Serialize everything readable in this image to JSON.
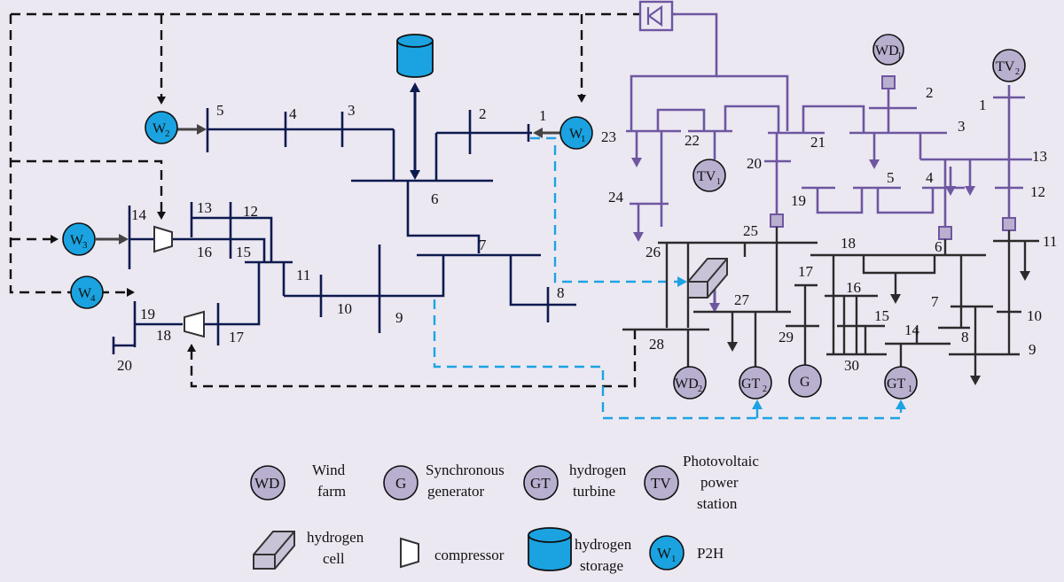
{
  "gas_network": {
    "nodes": [
      "1",
      "2",
      "3",
      "4",
      "5",
      "6",
      "7",
      "8",
      "9",
      "10",
      "11",
      "12",
      "13",
      "14",
      "15",
      "16",
      "17",
      "18",
      "19",
      "20"
    ],
    "p2h_units": [
      "W1",
      "W2",
      "W3",
      "W4"
    ]
  },
  "power_network": {
    "nodes": [
      "1",
      "2",
      "3",
      "4",
      "5",
      "6",
      "7",
      "8",
      "9",
      "10",
      "11",
      "12",
      "13",
      "14",
      "15",
      "16",
      "17",
      "18",
      "19",
      "20",
      "21",
      "22",
      "23",
      "24",
      "25",
      "26",
      "27",
      "28",
      "29",
      "30"
    ]
  },
  "units": {
    "wd1": {
      "base": "WD",
      "sub": "1"
    },
    "wd2": {
      "base": "WD",
      "sub": "2"
    },
    "tv1": {
      "base": "TV",
      "sub": "1"
    },
    "tv2": {
      "base": "TV",
      "sub": "2"
    },
    "gt1": {
      "base": "GT",
      "sub": "1"
    },
    "gt2": {
      "base": "GT",
      "sub": "2"
    },
    "g": "G",
    "w1": {
      "base": "W",
      "sub": "1"
    },
    "w2": {
      "base": "W",
      "sub": "2"
    },
    "w3": {
      "base": "W",
      "sub": "3"
    },
    "w4": {
      "base": "W",
      "sub": "4"
    }
  },
  "legend": {
    "wd": {
      "symbol": "WD",
      "line1": "Wind",
      "line2": "farm"
    },
    "g": {
      "symbol": "G",
      "line1": "Synchronous",
      "line2": "generator"
    },
    "gt": {
      "symbol": "GT",
      "line1": "hydrogen",
      "line2": "turbine"
    },
    "tv": {
      "symbol": "TV",
      "line1": "Photovoltaic",
      "line2": "power",
      "line3": "station"
    },
    "cell": {
      "line1": "hydrogen",
      "line2": "cell"
    },
    "compressor": {
      "line1": "compressor"
    },
    "storage": {
      "line1": "hydrogen",
      "line2": "storage"
    },
    "p2h": {
      "symbol_base": "W",
      "symbol_sub": "1",
      "line1": "P2H"
    }
  },
  "colors": {
    "background": "#ECE8F2",
    "gas_network": "#0D1A4E",
    "power_network_upper": "#6E56A0",
    "power_network_lower": "#2B2B2B",
    "p2h_fill": "#1AA3E0",
    "generator_fill": "#B9AFCF",
    "hydrogen_flow": "#1CA3E3",
    "control_link": "#111111"
  }
}
